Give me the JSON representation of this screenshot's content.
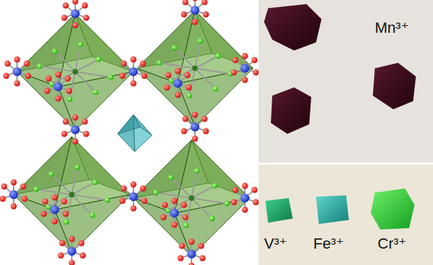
{
  "diagram": {
    "labels": [
      "Mn³⁺",
      "V³⁺",
      "Fe³⁺",
      "Cr³⁺"
    ]
  }
}
